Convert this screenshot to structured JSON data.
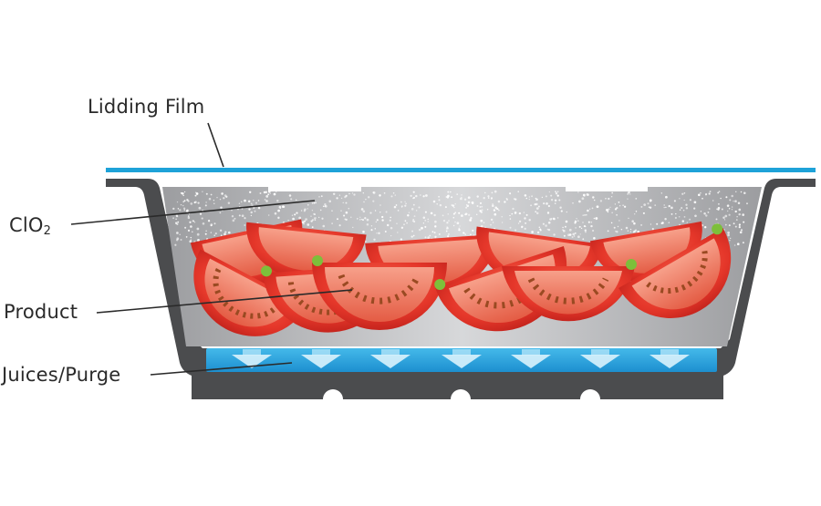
{
  "labels": {
    "lidding_film": "Lidding Film",
    "clo2_main": "ClO",
    "clo2_sub": "2",
    "product": "Product",
    "juices": "Juices/Purge"
  },
  "colors": {
    "film": "#1ea2d8",
    "tray": "#4b4c4e",
    "tray_inner": "#c8c9cb",
    "juice": "#2aa8df",
    "tomato": "#e8362a",
    "leader": "#2a2a2a"
  },
  "icons": {
    "arrow": "down-arrow-icon"
  }
}
